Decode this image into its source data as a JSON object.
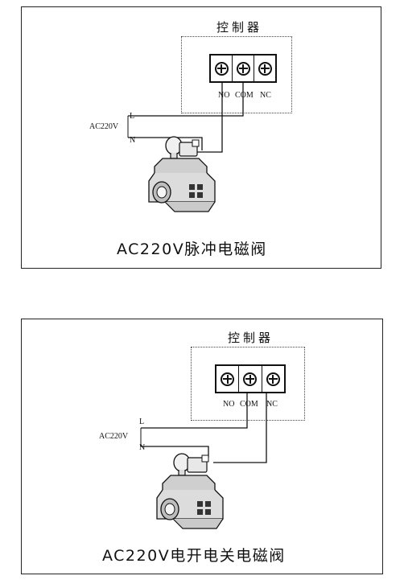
{
  "panels": [
    {
      "controller_title": "控制器",
      "terminals": [
        "NO",
        "COM",
        "NC"
      ],
      "power_label": "AC220V",
      "line_label": "L",
      "neutral_label": "N",
      "caption": "AC220V脉冲电磁阀"
    },
    {
      "controller_title": "控制器",
      "terminals": [
        "NO",
        "COM",
        "NC"
      ],
      "power_label": "AC220V",
      "line_label": "L",
      "neutral_label": "N",
      "caption": "AC220V电开电关电磁阀"
    }
  ]
}
